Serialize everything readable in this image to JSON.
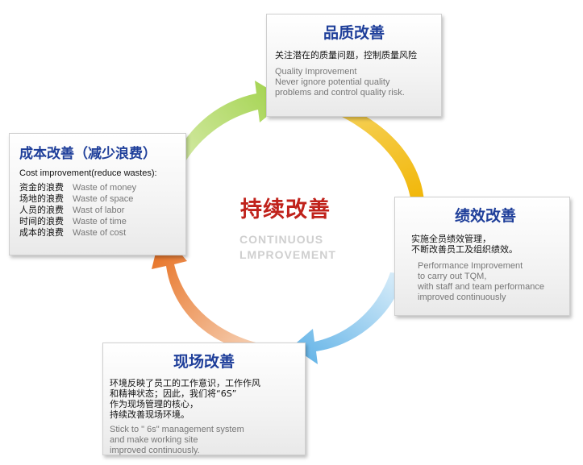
{
  "center": {
    "title": "持续改善",
    "en_line1": "CONTINUOUS",
    "en_line2": "LMPROVEMENT"
  },
  "quality": {
    "title": "品质改善",
    "cn": "关注潜在的质量问题，控制质量风险",
    "en_line1": "Quality Improvement",
    "en_line2": "Never ignore potential quality",
    "en_line3": "problems and control quality risk."
  },
  "performance": {
    "title": "绩效改善",
    "cn_line1": "实施全员绩效管理，",
    "cn_line2": "不断改善员工及组织绩效。",
    "en_line1": "Performance Improvement",
    "en_line2": "to carry out TQM,",
    "en_line3": "with staff and team performance",
    "en_line4": "improved continuously"
  },
  "site": {
    "title": "现场改善",
    "cn_line1": "环境反映了员工的工作意识，工作作风",
    "cn_line2": "和精神状态；因此，我们将“6S”",
    "cn_line3": "作为现场管理的核心，",
    "cn_line4": "持续改善现场环境。",
    "en_line1": "Stick to \" 6s\" management system",
    "en_line2": "and make working site",
    "en_line3": "improved continuously."
  },
  "cost": {
    "title": "成本改善（减少浪费）",
    "subtitle": "Cost improvement(reduce wastes):",
    "rows": [
      {
        "cn": "资金的浪费",
        "en": "Waste of money"
      },
      {
        "cn": "场地的浪费",
        "en": "Waste of space"
      },
      {
        "cn": "人员的浪费",
        "en": "Wast of labor"
      },
      {
        "cn": "时间的浪费",
        "en": "Waste of time"
      },
      {
        "cn": "成本的浪费",
        "en": "Waste of cost"
      }
    ]
  },
  "colors": {
    "arrow_green": "#a8d65a",
    "arrow_yellow": "#f4bf1a",
    "arrow_blue": "#6db9ea",
    "arrow_orange": "#e9762a",
    "title_blue": "#1f3f9a",
    "center_red": "#c0221b"
  }
}
